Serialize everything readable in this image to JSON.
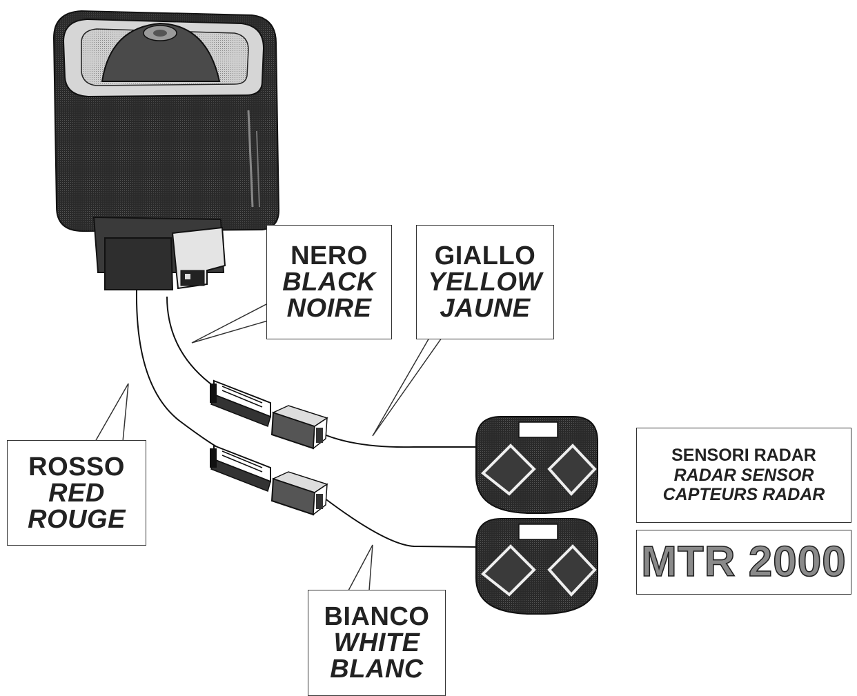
{
  "labels": {
    "nero": {
      "it": "NERO",
      "en": "BLACK",
      "fr": "NOIRE"
    },
    "giallo": {
      "it": "GIALLO",
      "en": "YELLOW",
      "fr": "JAUNE"
    },
    "rosso": {
      "it": "ROSSO",
      "en": "RED",
      "fr": "ROUGE"
    },
    "bianco": {
      "it": "BIANCO",
      "en": "WHITE",
      "fr": "BLANC"
    },
    "radar": {
      "it": "SENSORI RADAR",
      "en": "RADAR SENSOR",
      "fr": "CAPTEURS RADAR"
    }
  },
  "model": "MTR 2000"
}
